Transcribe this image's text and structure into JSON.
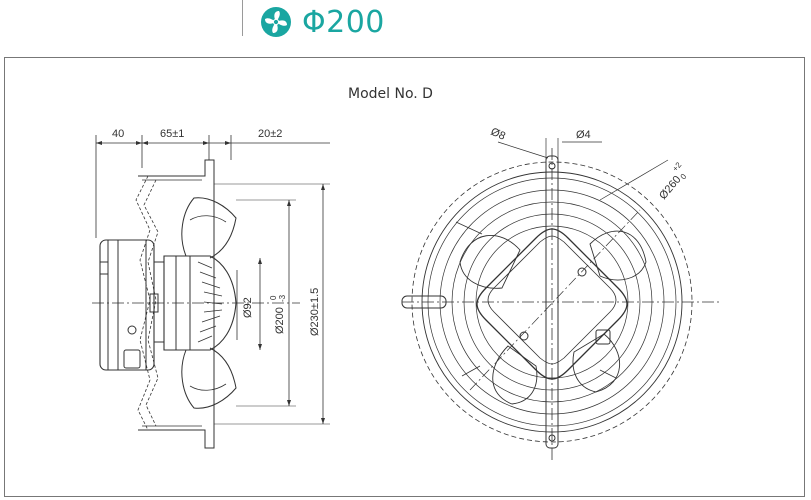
{
  "header": {
    "title": "Φ200",
    "icon": "fan-icon",
    "accent_color": "#1aa6a1"
  },
  "drawing": {
    "model_label": "Model No. D",
    "side_view": {
      "dim_top_1": "40",
      "dim_top_2": "65±1",
      "dim_top_3": "20±2",
      "dim_hub": "Ø92",
      "dim_blade": "Ø200",
      "dim_blade_tol_upper": "0",
      "dim_blade_tol_lower": "-3",
      "dim_guard": "Ø230±1.5"
    },
    "front_view": {
      "dim_hole": "Ø8",
      "dim_wire": "Ø4",
      "dim_outer": "Ø260",
      "dim_outer_tol_upper": "+2",
      "dim_outer_tol_lower": "0"
    }
  }
}
